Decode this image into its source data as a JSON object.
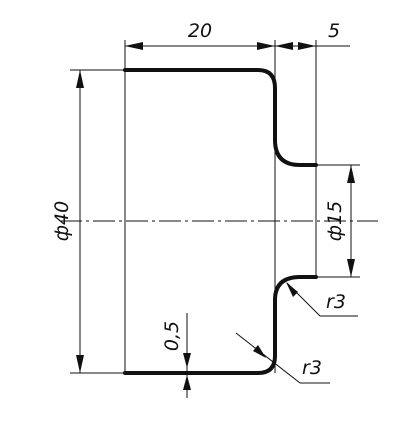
{
  "dimensions": {
    "length_left": "20",
    "length_right": "5",
    "diameter_outer": "ф40",
    "diameter_inner": "ф15",
    "radius_upper": "r3",
    "radius_lower": "r3",
    "chamfer": "0,5"
  }
}
